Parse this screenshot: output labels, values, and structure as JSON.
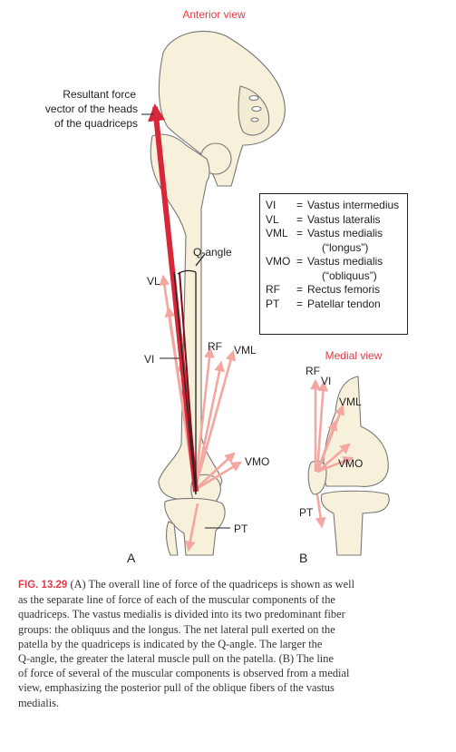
{
  "figure": {
    "title_anterior": "Anterior view",
    "title_medial": "Medial view",
    "resultant_label": [
      "Resultant force",
      "vector of the heads",
      "of the quadriceps"
    ],
    "q_angle_label": "Q-angle",
    "panel_a": "A",
    "panel_b": "B",
    "vector_labels_a": {
      "vl": "VL",
      "vi": "VI",
      "rf": "RF",
      "vml": "VML",
      "vmo": "VMO",
      "pt": "PT"
    },
    "vector_labels_b": {
      "rf": "RF",
      "vi": "VI",
      "vml": "VML",
      "vmo": "VMO",
      "pt": "PT"
    },
    "colors": {
      "accent": "#e63946",
      "force_light": "#f4a6a0",
      "resultant": "#d62839",
      "bone_fill": "#f7f1dc",
      "bone_stroke": "#777777"
    }
  },
  "legend": {
    "rows": [
      {
        "abbr": "VI",
        "eq": "=",
        "desc": "Vastus intermedius"
      },
      {
        "abbr": "VL",
        "eq": "=",
        "desc": "Vastus lateralis"
      },
      {
        "abbr": "VML",
        "eq": "=",
        "desc": "Vastus medialis"
      },
      {
        "abbr": "",
        "eq": "",
        "desc": "(“longus”)"
      },
      {
        "abbr": "VMO",
        "eq": "=",
        "desc": "Vastus medialis"
      },
      {
        "abbr": "",
        "eq": "",
        "desc": "(“obliquus”)"
      },
      {
        "abbr": "RF",
        "eq": "=",
        "desc": "Rectus femoris"
      },
      {
        "abbr": "PT",
        "eq": "=",
        "desc": "Patellar tendon"
      }
    ]
  },
  "caption": {
    "fig_number": "FIG. 13.29",
    "line1": " (A) The overall line of force of the quadriceps is shown as well",
    "lines": [
      "as the separate line of force of each of the muscular components of the",
      "quadriceps. The vastus medialis is divided into its two predominant fiber",
      "groups: the obliquus and the longus. The net lateral pull exerted on the",
      "patella by the quadriceps is indicated by the Q-angle. The larger the",
      "Q-angle, the greater the lateral muscle pull on the patella. (B) The line",
      "of force of several of the muscular components is observed from a medial",
      "view, emphasizing the posterior pull of the oblique fibers of the vastus",
      "medialis."
    ]
  }
}
